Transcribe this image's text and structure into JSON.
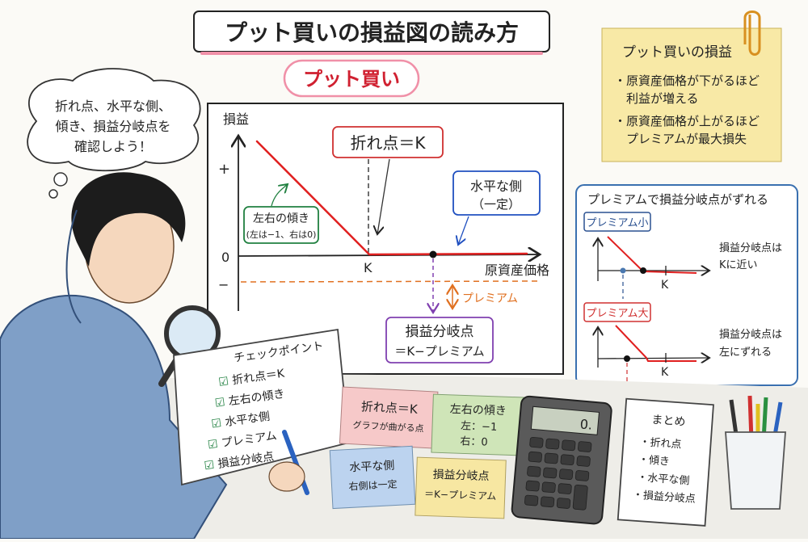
{
  "title": "プット買いの損益図の読み方",
  "subtitle": "プット買い",
  "thought_bubble": [
    "折れ点、水平な側、",
    "傾き、損益分岐点を",
    "確認しよう！"
  ],
  "memo": {
    "title": "プット買いの損益",
    "items": [
      "・原資産価格が下がるほど",
      "　利益が増える",
      "・原資産価格が上がるほど",
      "　プレミアムが最大損失"
    ]
  },
  "main_chart": {
    "ylabel": "損益",
    "xlabel": "原資産価格",
    "y_plus": "+",
    "y_zero": "0",
    "y_minus": "−",
    "k_label": "K",
    "kink_label": "折れ点＝K",
    "flat_label": [
      "水平な側",
      "（一定）"
    ],
    "slope_label": [
      "左右の傾き",
      "(左は−1、右は0)"
    ],
    "premium_label": "プレミアム",
    "breakeven_label": [
      "損益分岐点",
      "＝K−プレミアム"
    ],
    "colors": {
      "payoff": "#e02020",
      "premium": "#e07020",
      "kink": "#d03030",
      "flat": "#2050c0",
      "slope": "#208040",
      "breakeven": "#8040b0"
    }
  },
  "premium_panel": {
    "title": "プレミアムで損益分岐点がずれる",
    "small": {
      "tag": "プレミアム小",
      "note": [
        "損益分岐点は",
        "Kに近い"
      ],
      "k_label": "K"
    },
    "large": {
      "tag": "プレミアム大",
      "note": [
        "損益分岐点は",
        "左にずれる"
      ],
      "k_label": "K"
    }
  },
  "checklist": {
    "title": "チェックポイント",
    "items": [
      "折れ点＝K",
      "左右の傾き",
      "水平な側",
      "プレミアム",
      "損益分岐点"
    ]
  },
  "sticky_notes": [
    {
      "lines": [
        "折れ点＝K",
        "グラフが曲がる点"
      ],
      "color": "#f6c9c9"
    },
    {
      "lines": [
        "左右の傾き",
        "左：−1",
        "右：0"
      ],
      "color": "#cfe5b8"
    },
    {
      "lines": [
        "水平な側",
        "右側は一定"
      ],
      "color": "#bcd3ef"
    },
    {
      "lines": [
        "損益分岐点",
        "＝K−プレミアム"
      ],
      "color": "#f7e7a2"
    }
  ],
  "calculator": {
    "display": "0."
  },
  "summary_notebook": {
    "title": "まとめ",
    "items": [
      "・折れ点",
      "・傾き",
      "・水平な側",
      "・損益分岐点"
    ]
  }
}
